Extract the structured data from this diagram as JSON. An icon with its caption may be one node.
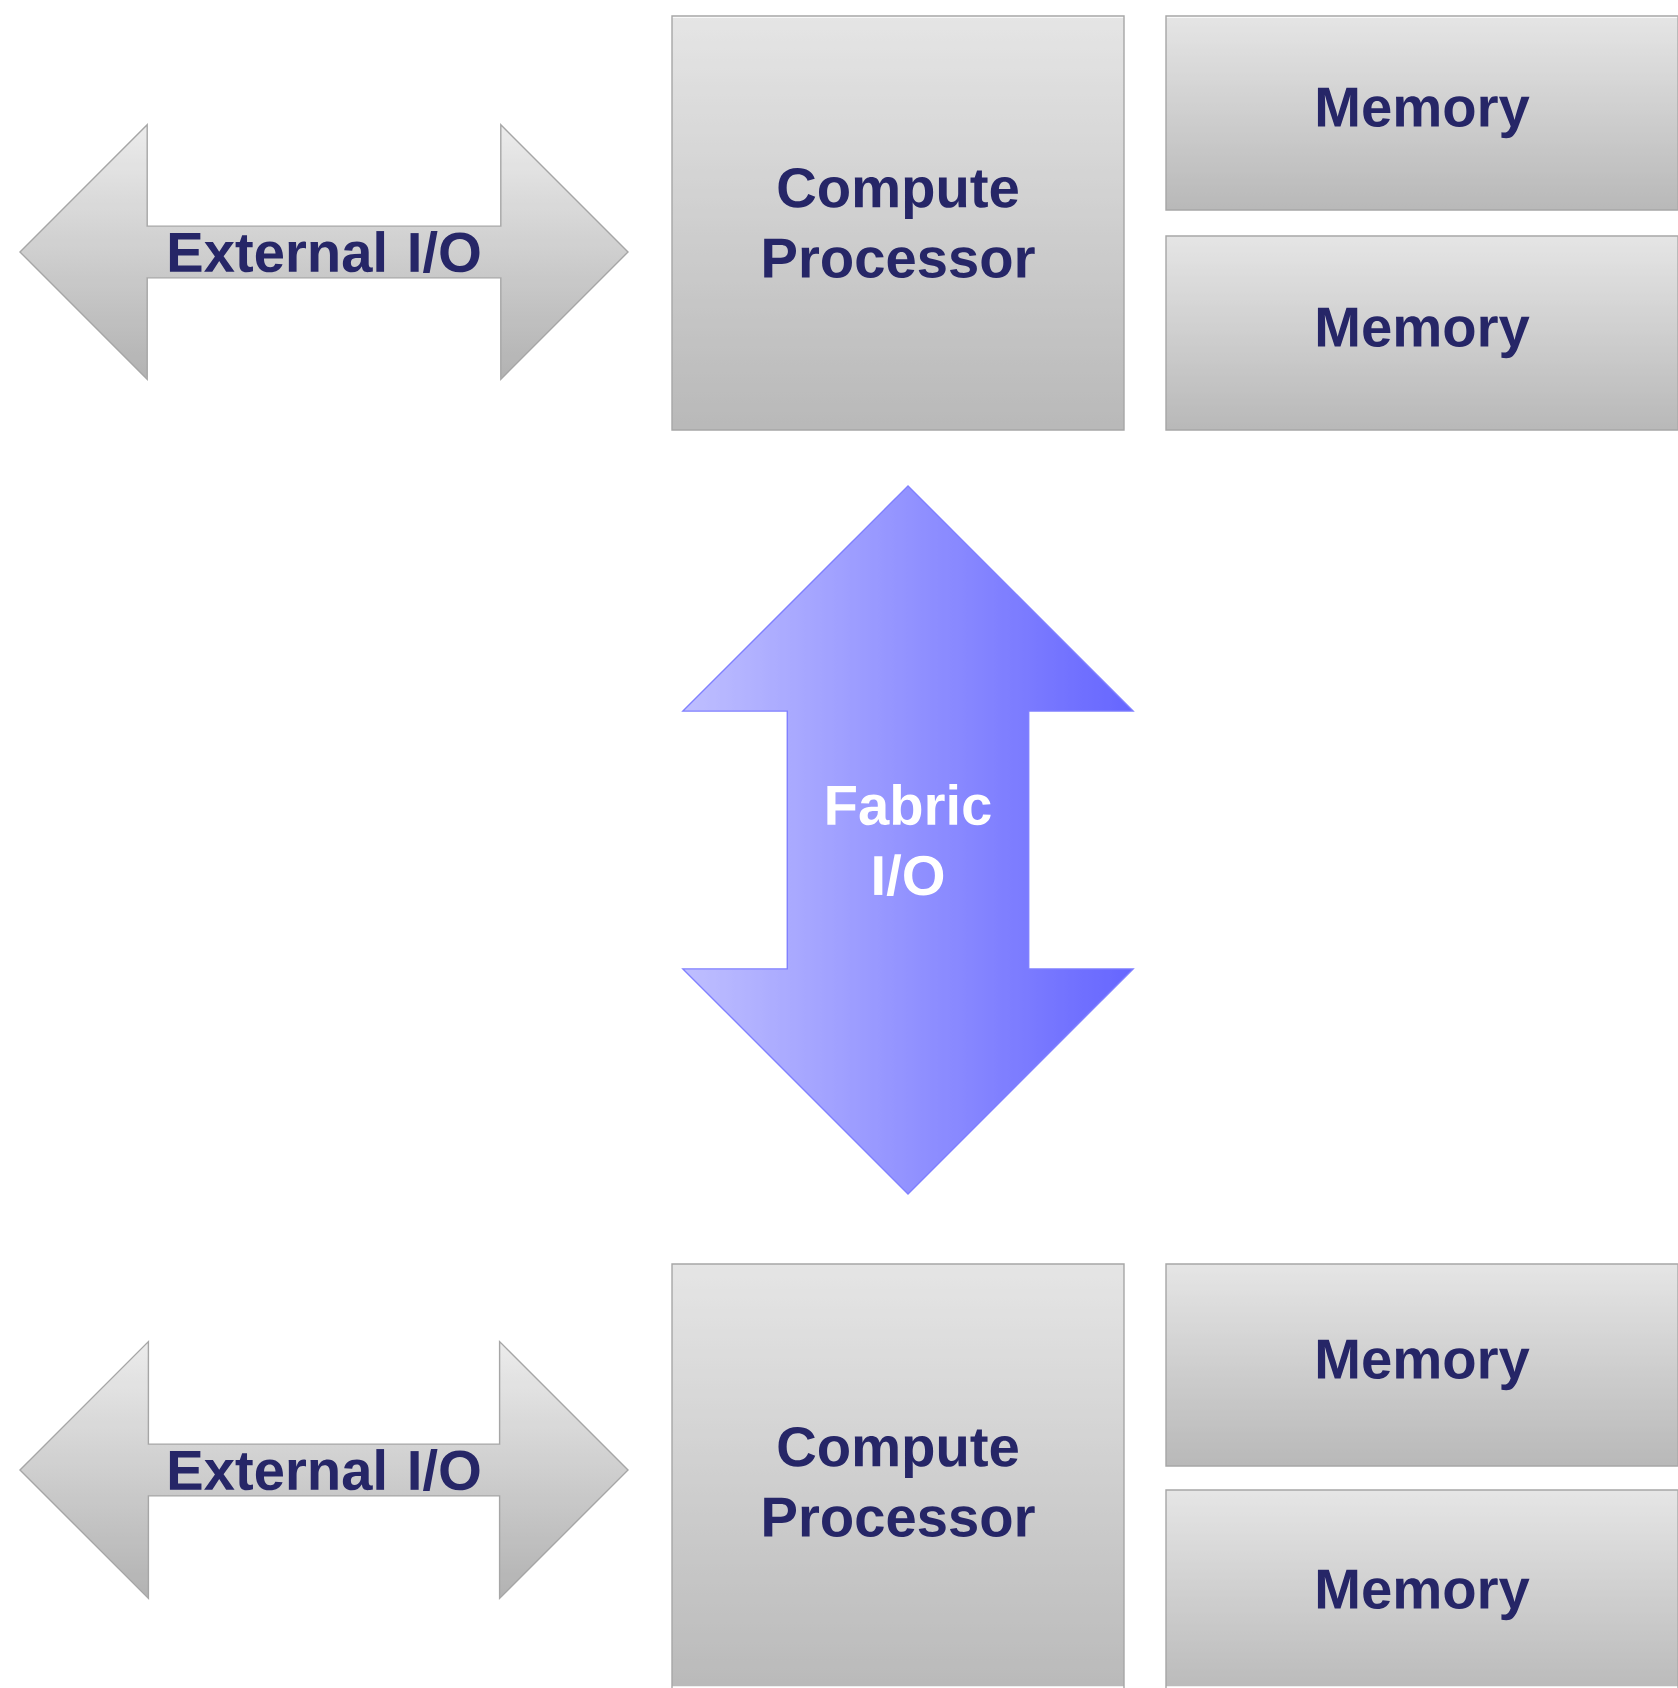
{
  "diagram": {
    "nodes": [
      {
        "text": [
          "External I/O"
        ]
      },
      {
        "text": [
          "Compute Processor"
        ]
      },
      {
        "text": [
          "Memory"
        ]
      },
      {
        "text": [
          "Memory"
        ]
      },
      {
        "text": [
          "Fabric I/O"
        ]
      },
      {
        "text": [
          "External I/O"
        ]
      },
      {
        "text": [
          "Compute Processor"
        ]
      },
      {
        "text": [
          "Memory"
        ]
      },
      {
        "text": [
          "Memory"
        ]
      }
    ]
  }
}
